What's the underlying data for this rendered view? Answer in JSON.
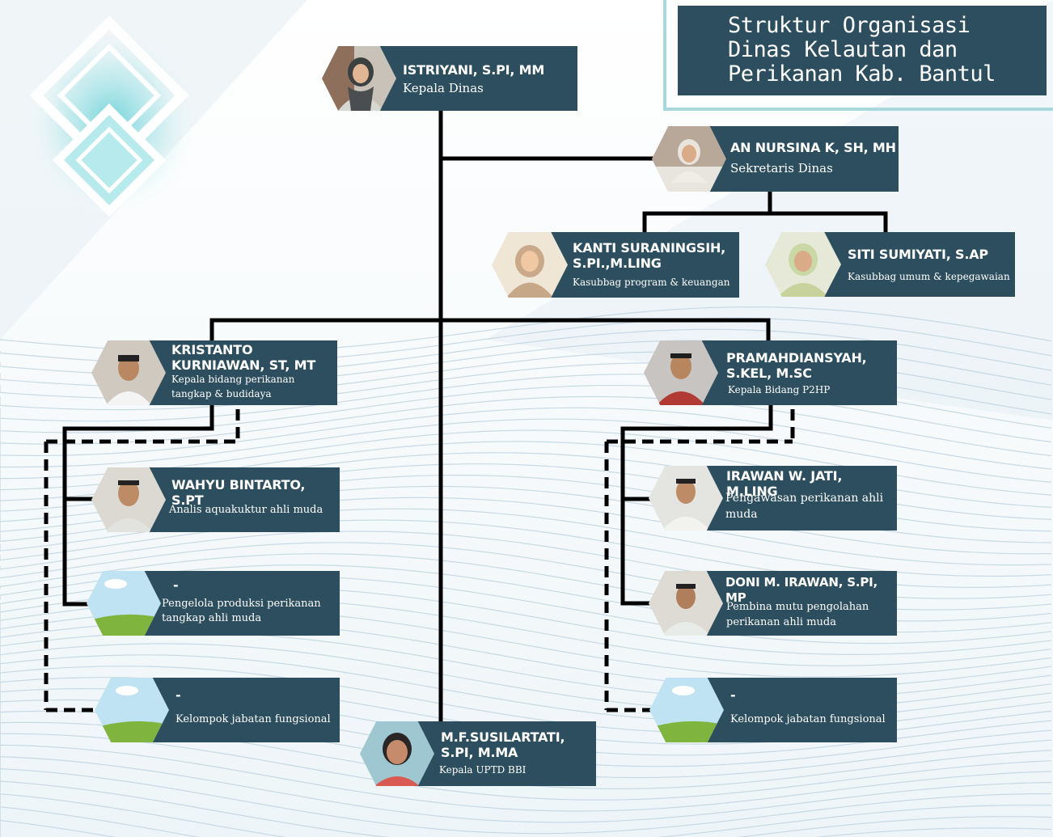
{
  "title": {
    "line1": "Struktur Organisasi",
    "line2": "Dinas Kelautan dan",
    "line3": "Perikanan Kab. Bantul"
  },
  "nodes": {
    "kepala": {
      "name": "ISTRIYANI, S.PI, MM",
      "role": "Kepala Dinas"
    },
    "sekretaris": {
      "name": "AN NURSINA K, SH, MH",
      "role": "Sekretaris Dinas"
    },
    "kasubbag_program": {
      "name": "KANTI SURANINGSIH, S.PI.,M.LING",
      "role": "Kasubbag program & keuangan"
    },
    "kasubbag_umum": {
      "name": "SITI SUMIYATI, S.AP",
      "role": "Kasubbag umum & kepegawaian"
    },
    "kabid_tangkap": {
      "name": "KRISTANTO KURNIAWAN, ST, MT",
      "role": "Kepala bidang perikanan tangkap & budidaya"
    },
    "kabid_p2hp": {
      "name": "PRAMAHDIANSYAH, S.KEL, M.SC",
      "role": "Kepala Bidang P2HP"
    },
    "analis": {
      "name": "WAHYU BINTARTO, S.PT",
      "role": "Analis aquakuktur ahli muda"
    },
    "pengelola": {
      "name": "-",
      "role": "Pengelola produksi perikanan tangkap ahli muda"
    },
    "kjf_left": {
      "name": "-",
      "role": "Kelompok jabatan fungsional"
    },
    "pengawasan": {
      "name": "IRAWAN W. JATI, M.LING",
      "role": "Pengawasan perikanan ahli muda"
    },
    "pembina": {
      "name": "DONI M. IRAWAN, S.PI, MP",
      "role": "Pembina mutu pengolahan perikanan ahli muda"
    },
    "kjf_right": {
      "name": "-",
      "role": "Kelompok jabatan fungsional"
    },
    "uptd": {
      "name": "M.F.SUSILARTATI, S.PI, M.MA",
      "role": "Kepala UPTD BBI"
    }
  },
  "colors": {
    "card": "#2c4e5f",
    "accent": "#a8d8dc",
    "line": "#000000"
  }
}
